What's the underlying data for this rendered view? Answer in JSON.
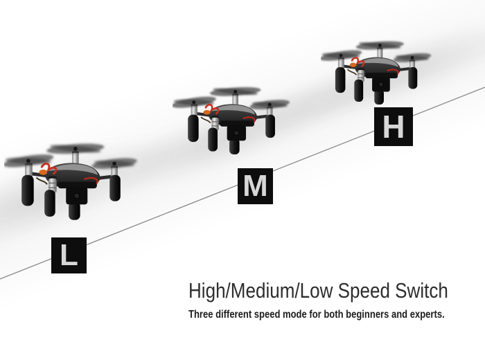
{
  "image": {
    "description": "Product photo of three quadcopter drones flying diagonally above a thin line, each tagged with a speed-mode letter"
  },
  "speed_labels": [
    {
      "key": "low",
      "letter": "L"
    },
    {
      "key": "medium",
      "letter": "M"
    },
    {
      "key": "high",
      "letter": "H"
    }
  ],
  "caption": {
    "title": "High/Medium/Low Speed Switch",
    "subtitle": "Three different speed mode for both beginners and experts."
  },
  "colors": {
    "label_bg": "#0d0d0d",
    "label_text": "#d7d7d7",
    "diagonal_line": "#8a8a8a",
    "title_text": "#2d2d2d",
    "subtitle_text": "#1c1c1c",
    "drone_body": "#242424",
    "drone_motor_silver": "#d9d9d9",
    "drone_wire_red": "#c5301f",
    "drone_wire_orange": "#d8671f"
  }
}
